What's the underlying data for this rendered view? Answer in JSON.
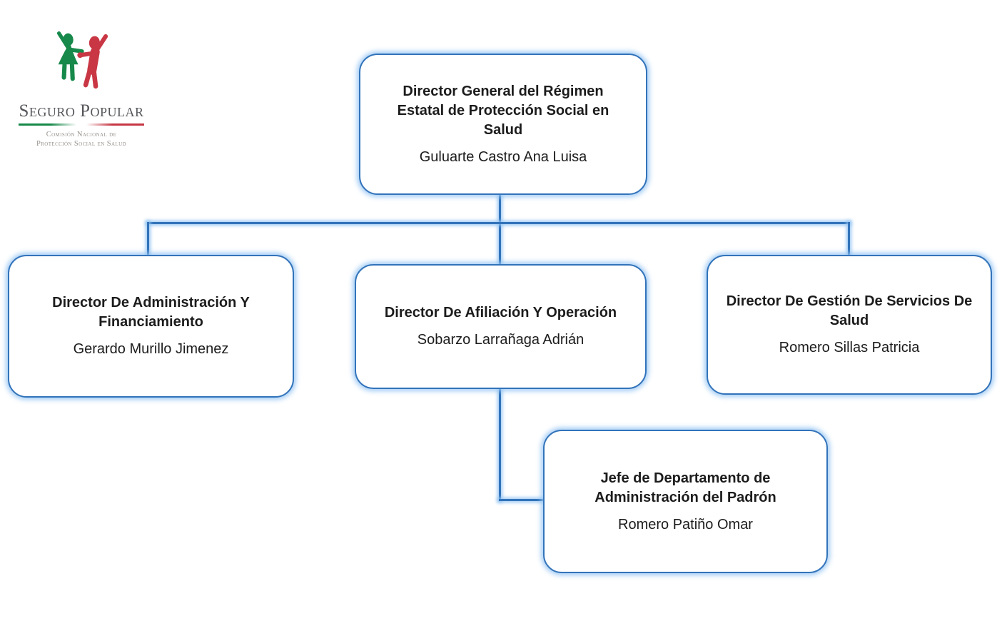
{
  "logo": {
    "brand": "Seguro Popular",
    "org_name_line1": "Comisión Nacional de",
    "org_name_line2": "Protección Social en Salud",
    "figure_green_color": "#17894a",
    "figure_red_color": "#c93744",
    "brand_text_color": "#56575b"
  },
  "chart": {
    "type": "org-chart",
    "line_color": "#3273ba",
    "glow_color": "#94c4f3",
    "nodes": {
      "general": {
        "title_line1": "Director General del Régimen",
        "title_line2": "Estatal de Protección Social en Salud",
        "name": "Guluarte Castro Ana Luisa"
      },
      "admin": {
        "title_line1": "Director De Administración Y",
        "title_line2": "Financiamiento",
        "name": "Gerardo Murillo Jimenez"
      },
      "afiliacion": {
        "title_line1": "Director De Afiliación Y Operación",
        "name": "Sobarzo Larrañaga Adrián"
      },
      "gestion": {
        "title_line1": "Director De Gestión De Servicios De",
        "title_line2": "Salud",
        "name": "Romero Sillas Patricia"
      },
      "jefe": {
        "title_line1": "Jefe de Departamento de",
        "title_line2": "Administración del Padrón",
        "name": "Romero Patiño Omar"
      }
    }
  }
}
